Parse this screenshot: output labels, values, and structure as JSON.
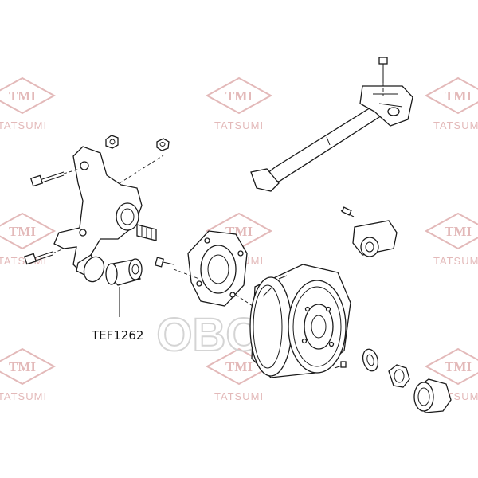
{
  "watermark": {
    "logo_text": "TMI",
    "brand_text": "TATSUMI",
    "color": "#e3b9b9"
  },
  "center_logo": {
    "text": "OBOO",
    "color": "#d4d4d4"
  },
  "callout": {
    "part_number": "TEF1262"
  },
  "parts": [
    {
      "icon": "steering-knuckle-icon"
    },
    {
      "icon": "bushing-icon"
    },
    {
      "icon": "bolt-icon"
    },
    {
      "icon": "wheel-hub-icon"
    },
    {
      "icon": "brake-drum-icon"
    },
    {
      "icon": "torsion-beam-icon"
    },
    {
      "icon": "beam-bushing-icon"
    },
    {
      "icon": "hub-nut-icon"
    },
    {
      "icon": "washer-icon"
    },
    {
      "icon": "dust-cap-icon"
    }
  ]
}
